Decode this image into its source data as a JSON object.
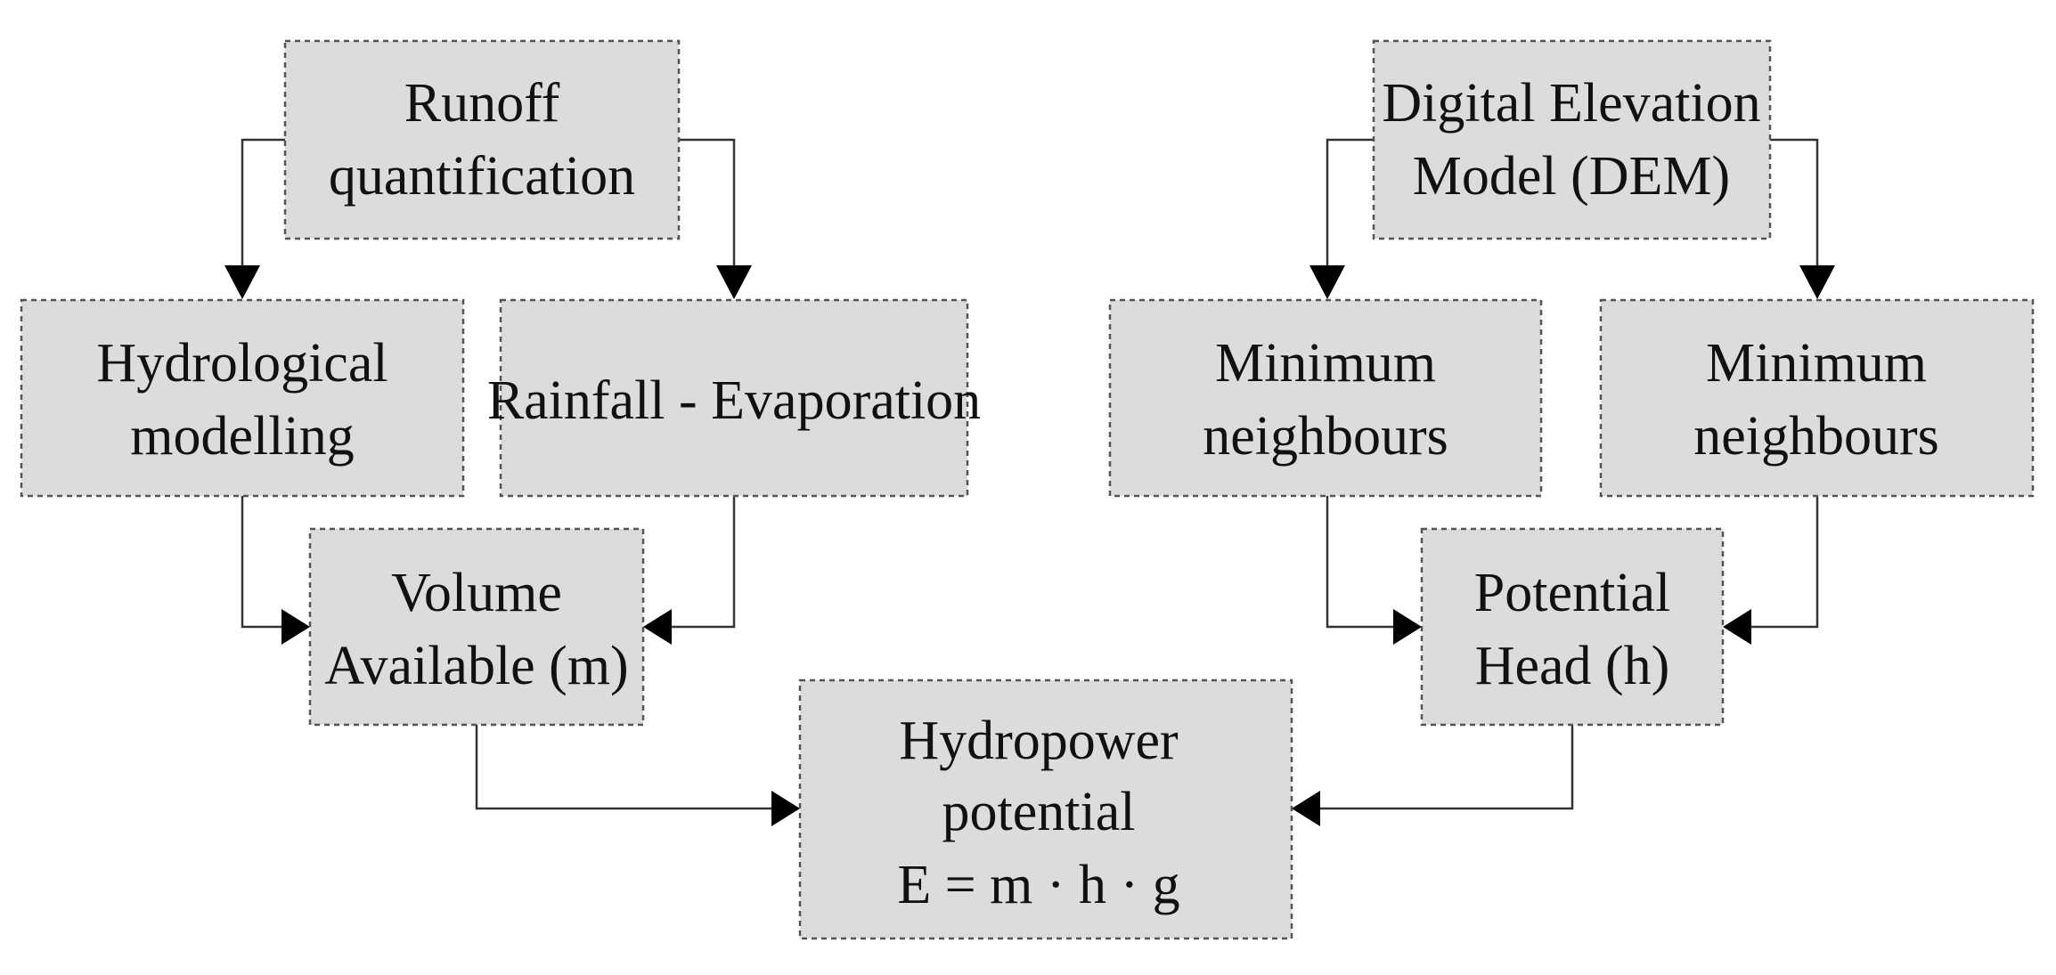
{
  "nodes": {
    "runoff": {
      "lines": [
        "Runoff",
        "quantification"
      ]
    },
    "hydrological": {
      "lines": [
        "Hydrological",
        "modelling"
      ]
    },
    "rainfall": {
      "lines": [
        "Rainfall - Evaporation"
      ]
    },
    "volume": {
      "lines": [
        "Volume",
        "Available (m)"
      ]
    },
    "dem": {
      "lines": [
        "Digital Elevation",
        "Model (DEM)"
      ]
    },
    "min_left": {
      "lines": [
        "Minimum",
        "neighbours"
      ]
    },
    "min_right": {
      "lines": [
        "Minimum",
        "neighbours"
      ]
    },
    "head": {
      "lines": [
        "Potential",
        "Head (h)"
      ]
    },
    "hydropower": {
      "lines": [
        "Hydropower",
        "potential",
        "E = m · h · g"
      ]
    }
  },
  "edges": [
    {
      "from": "runoff",
      "to": "hydrological"
    },
    {
      "from": "runoff",
      "to": "rainfall"
    },
    {
      "from": "hydrological",
      "to": "volume"
    },
    {
      "from": "rainfall",
      "to": "volume"
    },
    {
      "from": "dem",
      "to": "min_left"
    },
    {
      "from": "dem",
      "to": "min_right"
    },
    {
      "from": "min_left",
      "to": "head"
    },
    {
      "from": "min_right",
      "to": "head"
    },
    {
      "from": "volume",
      "to": "hydropower"
    },
    {
      "from": "head",
      "to": "hydropower"
    }
  ],
  "colors": {
    "box_fill": "#dcdcdc",
    "box_border": "#555555",
    "line": "#333333",
    "arrow": "#000000",
    "text": "#111111"
  }
}
